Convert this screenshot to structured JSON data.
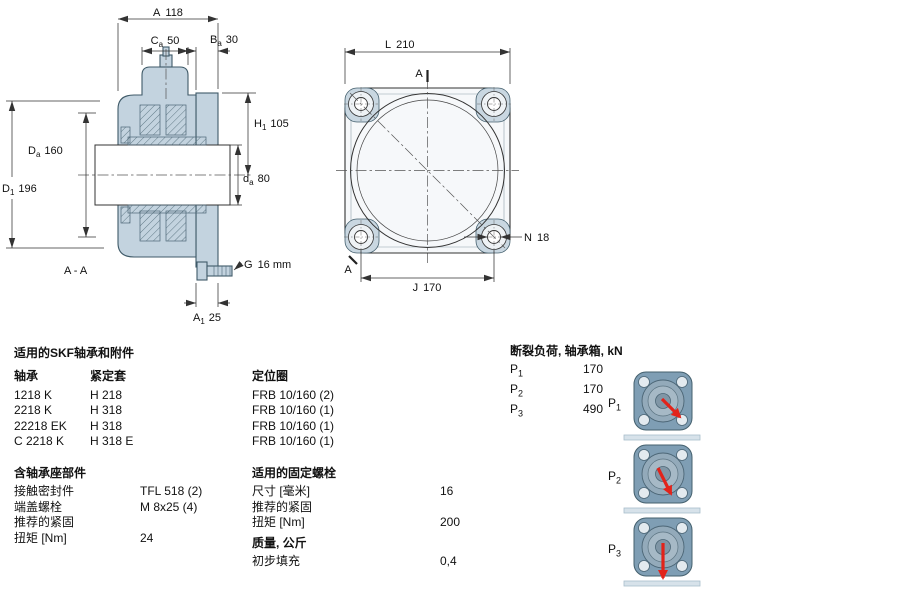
{
  "colors": {
    "housing_fill": "#c3d3df",
    "icon_fill": "#7f9eb4",
    "red_arrow": "#e2231a",
    "line": "#333333"
  },
  "section_view": {
    "dims": {
      "A": {
        "sym": "A",
        "val": "118"
      },
      "Ca": {
        "sym": "C",
        "sub": "a",
        "val": "50"
      },
      "Ba": {
        "sym": "B",
        "sub": "a",
        "val": "30"
      },
      "H1": {
        "sym": "H",
        "sub": "1",
        "val": "105"
      },
      "Da": {
        "sym": "D",
        "sub": "a",
        "val": "160"
      },
      "da": {
        "sym": "d",
        "sub": "a",
        "val": "80"
      },
      "D1": {
        "sym": "D",
        "sub": "1",
        "val": "196"
      },
      "G": {
        "sym": "G",
        "val": "16 mm"
      },
      "A1": {
        "sym": "A",
        "sub": "1",
        "val": "25"
      }
    },
    "section_label": "A - A"
  },
  "front_view": {
    "dims": {
      "L": {
        "sym": "L",
        "val": "210"
      },
      "N": {
        "sym": "N",
        "val": "18"
      },
      "J": {
        "sym": "J",
        "val": "170"
      }
    },
    "cut_marker_top": "A",
    "cut_marker_bottom": "A"
  },
  "tables": {
    "bearings": {
      "title": "适用的SKF轴承和附件",
      "headers": {
        "bearing": "轴承",
        "sleeve": "紧定套",
        "ring": "定位圈"
      },
      "rows": [
        {
          "bearing": "1218 K",
          "sleeve": "H 218",
          "ring": "FRB 10/160  (2)"
        },
        {
          "bearing": "2218 K",
          "sleeve": "H 318",
          "ring": "FRB 10/160  (1)"
        },
        {
          "bearing": "22218 EK",
          "sleeve": "H 318",
          "ring": "FRB 10/160  (1)"
        },
        {
          "bearing": "C 2218 K",
          "sleeve": "H 318 E",
          "ring": "FRB 10/160  (1)"
        }
      ]
    },
    "housing_parts": {
      "title": "含轴承座部件",
      "rows": [
        {
          "label": "接触密封件",
          "value": "TFL 518  (2)"
        },
        {
          "label": "端盖螺栓",
          "value": "M 8x25  (4)"
        },
        {
          "label": "推荐的紧固",
          "value": ""
        },
        {
          "label": "扭矩 [Nm]",
          "value": "24"
        }
      ]
    },
    "attachment_bolts": {
      "title": "适用的固定螺栓",
      "rows": [
        {
          "label": "尺寸 [毫米]",
          "value": "16"
        },
        {
          "label": "推荐的紧固",
          "value": ""
        },
        {
          "label": "扭矩 [Nm]",
          "value": "200"
        }
      ]
    },
    "mass": {
      "title": "质量, 公斤",
      "rows": [
        {
          "label": "初步填充",
          "value": "0,4"
        }
      ]
    },
    "breaking_loads": {
      "title": "断裂负荷, 轴承箱, kN",
      "rows": [
        {
          "sym": "P",
          "sub": "1",
          "value": "170"
        },
        {
          "sym": "P",
          "sub": "2",
          "value": "170"
        },
        {
          "sym": "P",
          "sub": "3",
          "value": "490"
        }
      ]
    }
  },
  "load_icons": [
    {
      "sym": "P",
      "sub": "1"
    },
    {
      "sym": "P",
      "sub": "2"
    },
    {
      "sym": "P",
      "sub": "3"
    }
  ]
}
